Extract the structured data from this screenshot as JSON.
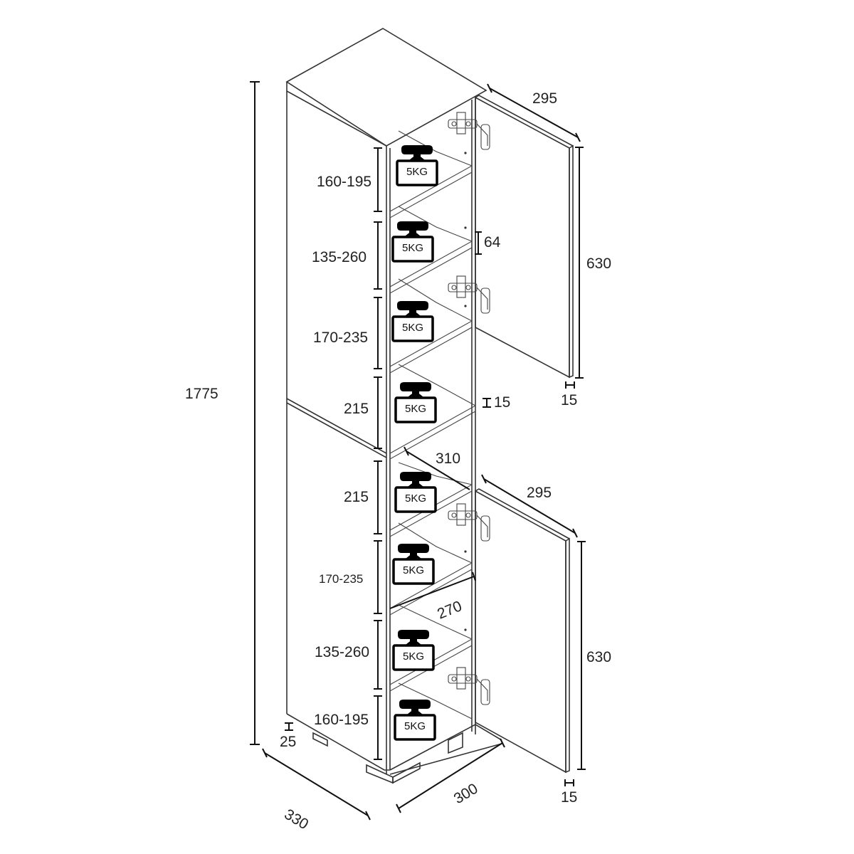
{
  "dimensions": {
    "total_height": "1775",
    "depth_side": "330",
    "width_front": "300",
    "door_upper_height": "630",
    "door_lower_height": "630",
    "door_upper_width": "295",
    "door_lower_width": "295",
    "door_upper_thickness": "15",
    "door_lower_thickness": "15",
    "hinge_spacing": "64",
    "middle_panel": "15",
    "base_height": "25",
    "inner_depth": "310",
    "shelf_depth": "270"
  },
  "compartments_upper": [
    "160-195",
    "135-260",
    "170-235",
    "215"
  ],
  "compartments_lower": [
    "215",
    "170-235",
    "135-260",
    "160-195"
  ],
  "load_label": "5KG",
  "icons": [
    "weight-icon",
    "hinge-icon"
  ]
}
